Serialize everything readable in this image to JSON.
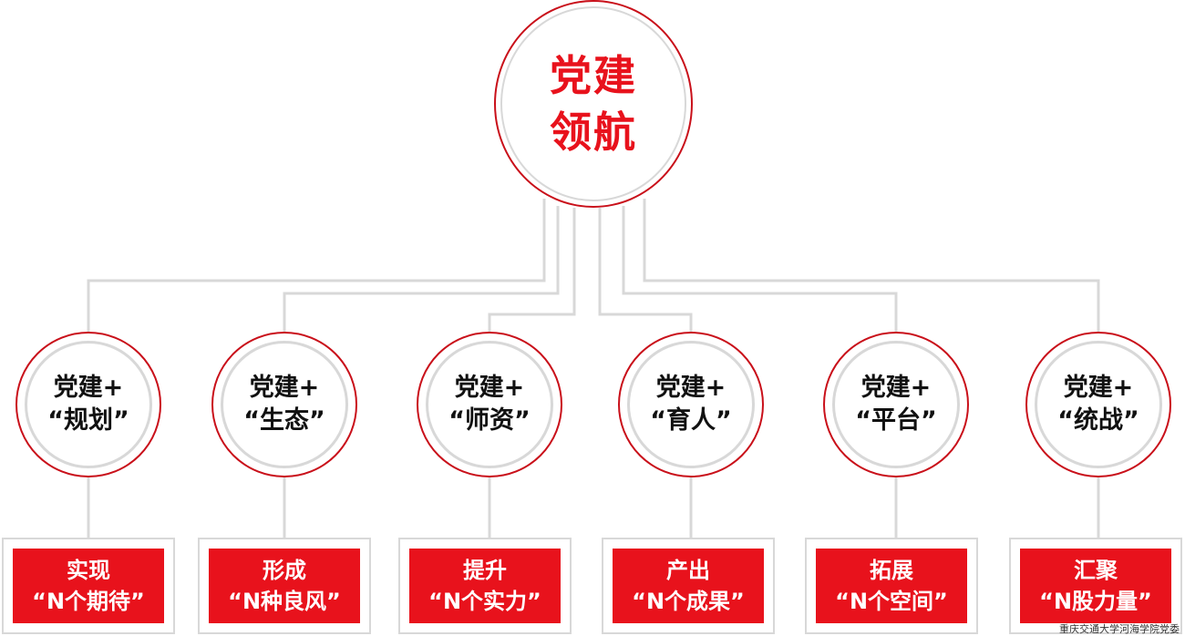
{
  "root": {
    "label": "党建\n领航"
  },
  "nodes": [
    {
      "title": "党建+\n“规划”",
      "result": "实现\n“N个期待”"
    },
    {
      "title": "党建+\n“生态”",
      "result": "形成\n“N种良风”"
    },
    {
      "title": "党建+\n“师资”",
      "result": "提升\n“N个实力”"
    },
    {
      "title": "党建+\n“育人”",
      "result": "产出\n“N个成果”"
    },
    {
      "title": "党建+\n“平台”",
      "result": "拓展\n“N个空间”"
    },
    {
      "title": "党建+\n“统战”",
      "result": "汇聚\n“N股力量”"
    }
  ],
  "footer": "重庆交通大学河海学院党委",
  "colors": {
    "accent": "#e8121c",
    "ring": "#d8d8d8",
    "border": "#c9101a"
  }
}
